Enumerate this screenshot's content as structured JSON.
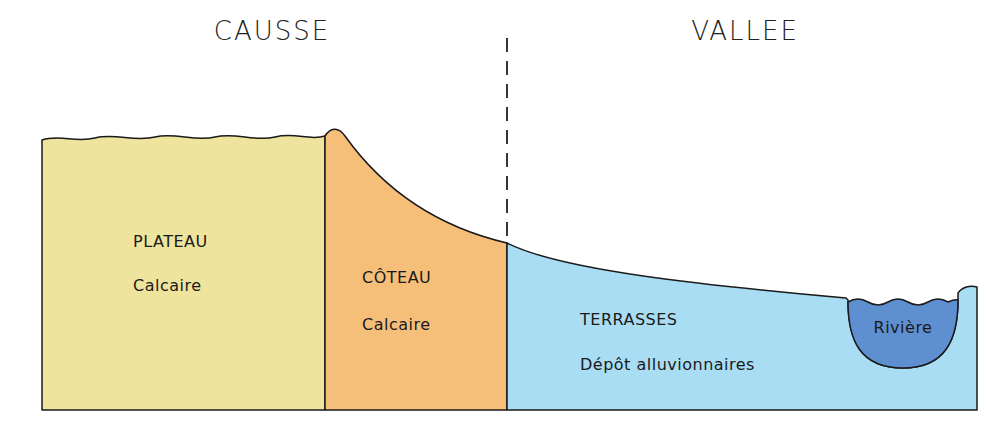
{
  "diagram": {
    "nodes": [
      {
        "text": [
          "PLATEAU",
          "Calcaire"
        ]
      },
      {
        "text": [
          "CÔTEAU",
          "Calcaire"
        ]
      },
      {
        "text": [
          "TERRASSES",
          "Dépôt alluvionnaires"
        ]
      },
      {
        "text": [
          "Rivière"
        ],
        "in": 2
      }
    ],
    "labels": [
      "CAUSSE",
      "VALLEE"
    ]
  }
}
